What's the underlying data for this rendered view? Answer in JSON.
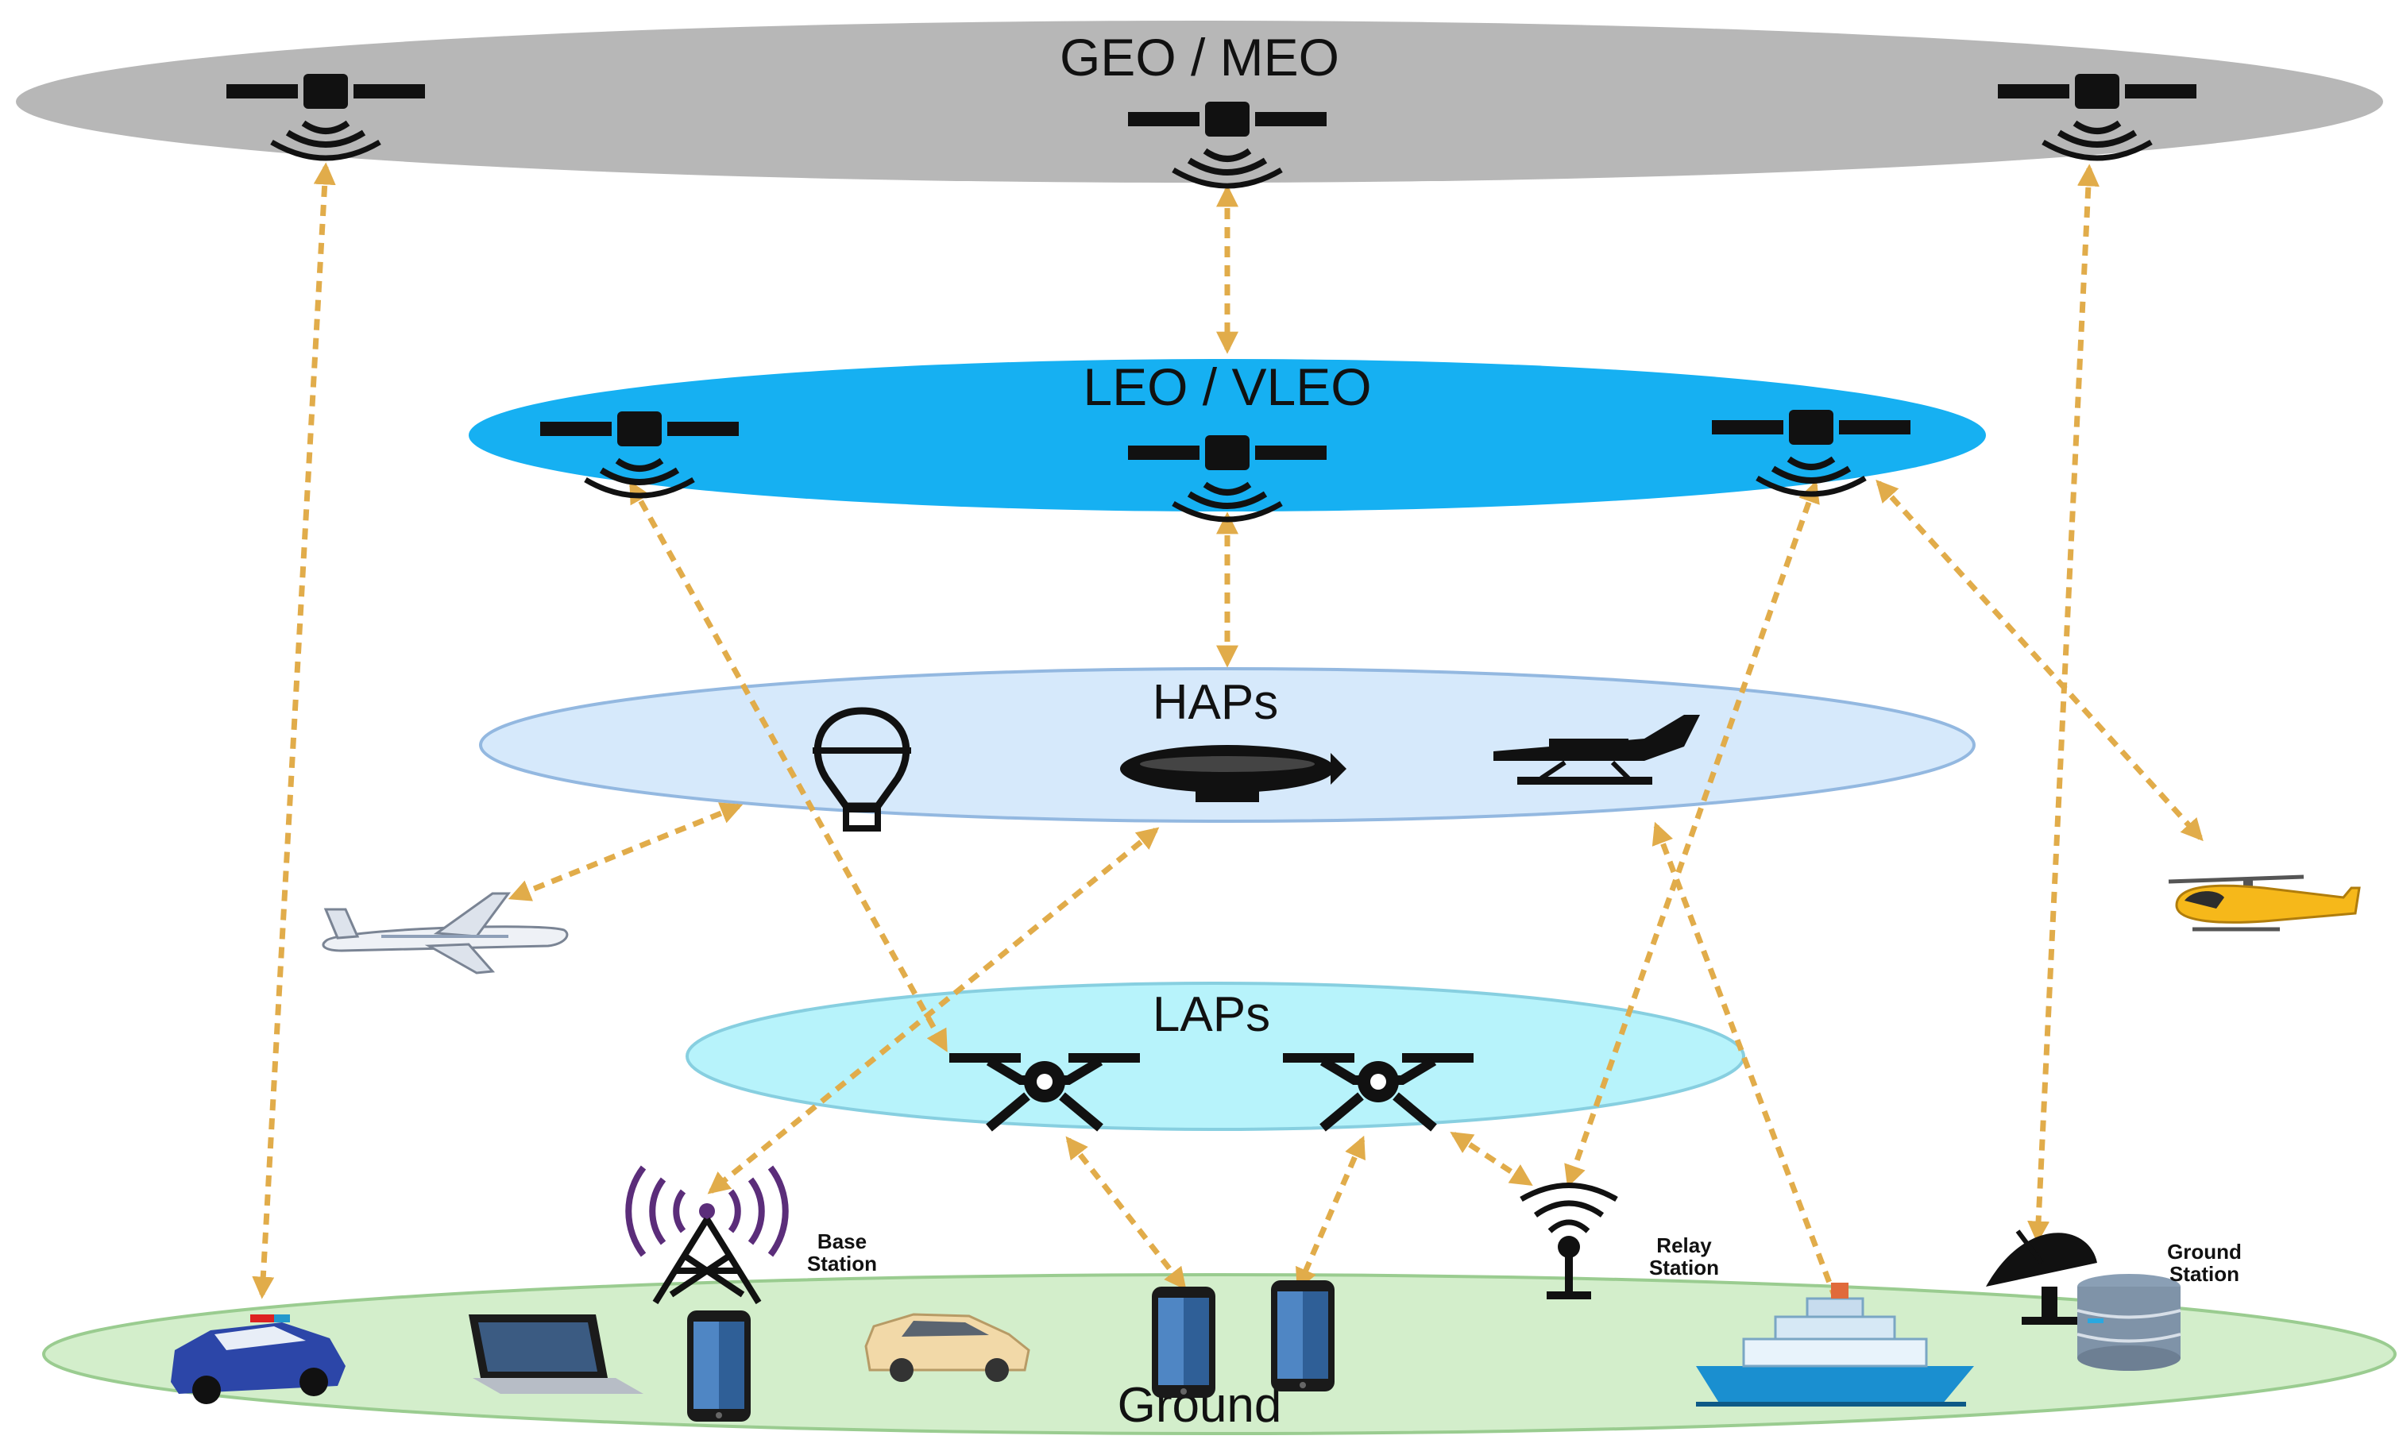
{
  "layers": {
    "geo_meo": {
      "label": "GEO / MEO",
      "color": "#b7b7b7"
    },
    "leo_vleo": {
      "label": "LEO / VLEO",
      "color": "#16b0f2"
    },
    "haps": {
      "label": "HAPs",
      "color": "#d6e9fb"
    },
    "laps": {
      "label": "LAPs",
      "color": "#b7f3fb"
    },
    "ground": {
      "label": "Ground",
      "color": "#d3eecb"
    }
  },
  "ground_labels": {
    "base_station": [
      "Base",
      "Station"
    ],
    "relay_station": [
      "Relay",
      "Station"
    ],
    "ground_station": [
      "Ground",
      "Station"
    ]
  },
  "link_color": "#e1ac4a",
  "icons": [
    "satellite-icon",
    "hot-air-balloon-icon",
    "airship-icon",
    "light-aircraft-icon",
    "airplane-icon",
    "helicopter-icon",
    "drone-icon",
    "cell-tower-icon",
    "relay-antenna-icon",
    "satellite-dish-icon",
    "server-icon",
    "police-car-icon",
    "laptop-icon",
    "smartphone-icon",
    "car-icon",
    "ship-icon"
  ]
}
